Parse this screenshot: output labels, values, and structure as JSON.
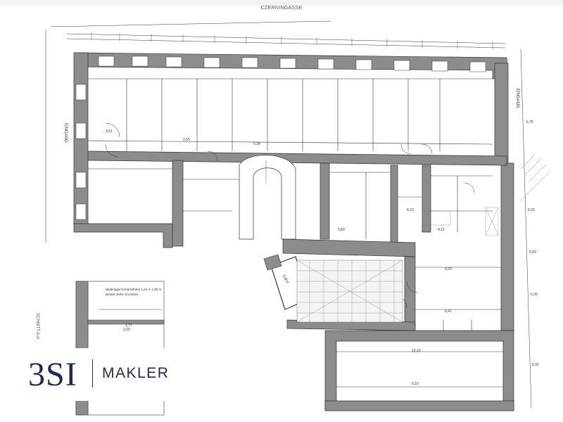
{
  "street": {
    "name": "CZERNINGASSE"
  },
  "entrances": {
    "left": "EINGANG",
    "right": "EINGANG"
  },
  "right_notes": {
    "dimension_a": "6,75",
    "dimension_b": "6,33",
    "dimension_c": "5,69",
    "dimension_d": "6,35",
    "dimension_e": "5,91"
  },
  "rooms": {
    "dim_width_a": "3,51",
    "dim_width_b": "2,55",
    "dim_width_c": "5,34",
    "dim_width_d": "5,82",
    "dim_width_e": "4,25",
    "dim_width_f": "6,41",
    "dim_width_g": "10,10",
    "dim_width_h": "9,10",
    "dim_width_i": "4,22",
    "dim_width_j": "4,21",
    "lift_label": "LIFT"
  },
  "section": {
    "title": "SCHNITT A-A",
    "detail_note": "Widerlager/Schachthöhe 1,63 m 1,85 m",
    "detail_sub": "Details siehe Grundriss",
    "dim_a": "3,20",
    "dim_b": "1,77"
  },
  "brand": {
    "mark": "3SI",
    "word": "MAKLER"
  }
}
